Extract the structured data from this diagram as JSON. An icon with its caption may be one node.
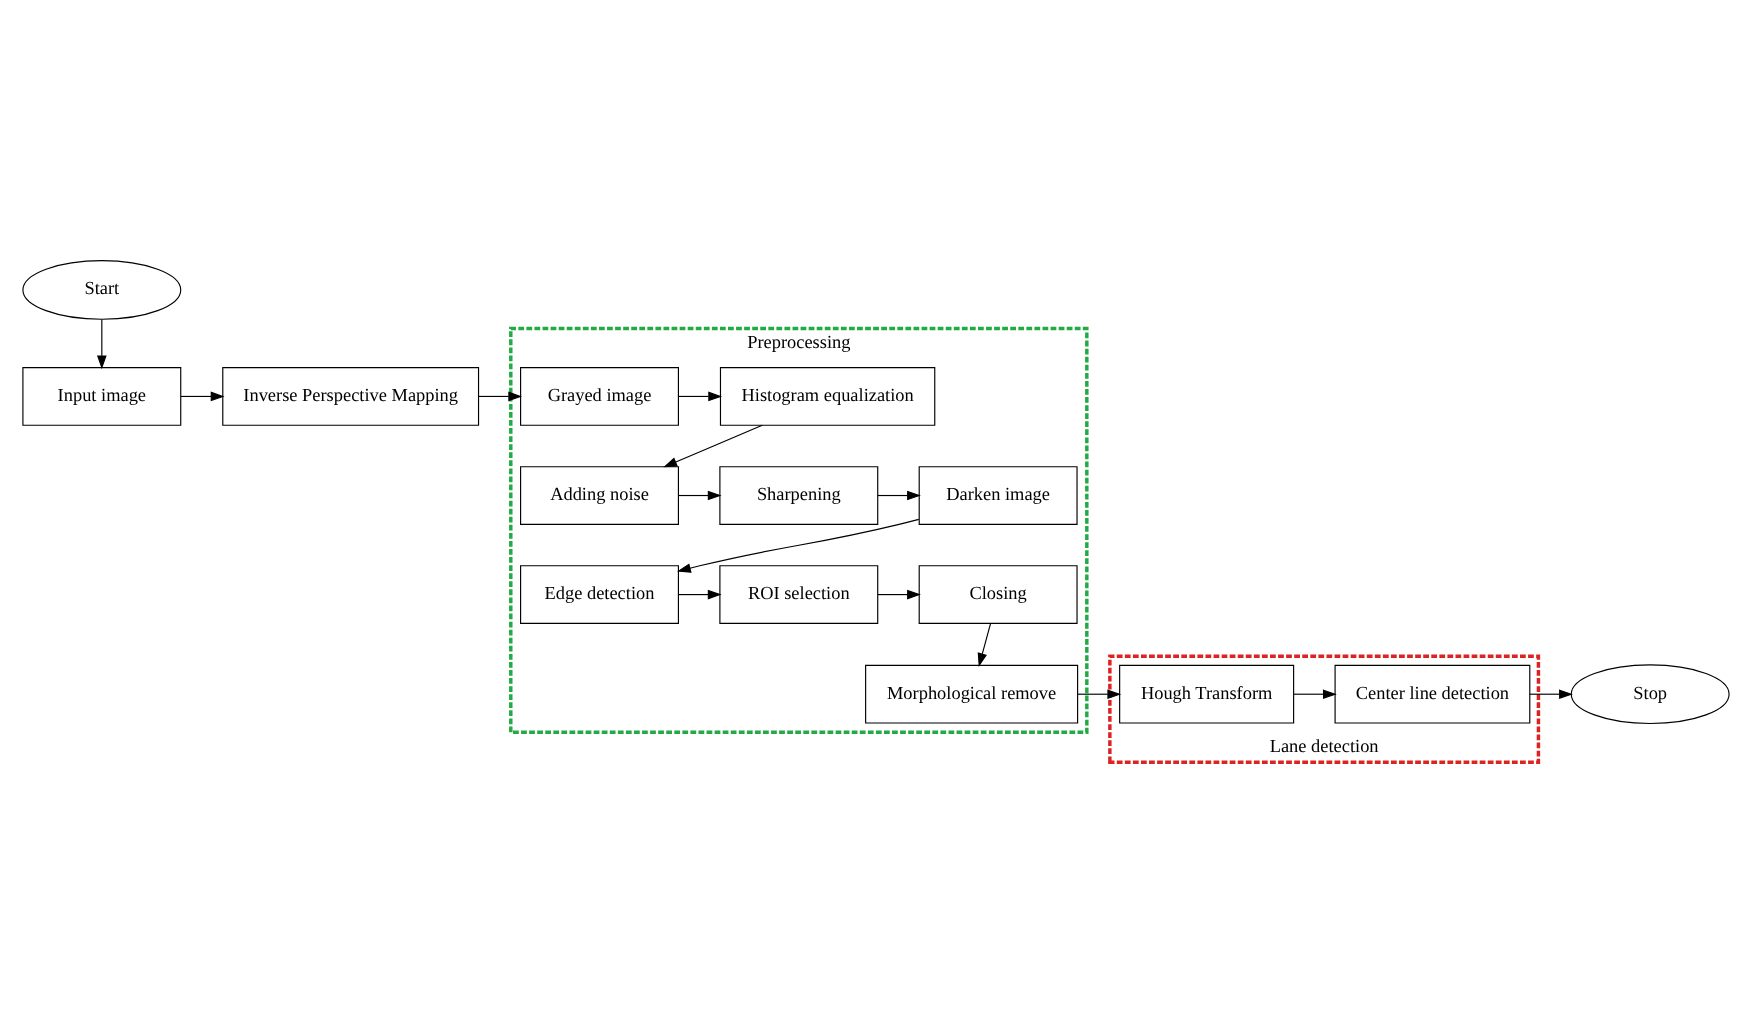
{
  "diagram": {
    "nodes": [
      {
        "text": [
          "Start"
        ]
      },
      {
        "text": [
          "Input image"
        ]
      },
      {
        "text": [
          "Inverse Perspective Mapping"
        ]
      },
      {
        "text": [
          "Preprocessing"
        ]
      },
      {
        "text": [
          "Grayed image"
        ],
        "in": 3
      },
      {
        "text": [
          "Histogram equalization"
        ],
        "in": 3
      },
      {
        "text": [
          "Adding noise"
        ],
        "in": 3
      },
      {
        "text": [
          "Sharpening"
        ],
        "in": 3
      },
      {
        "text": [
          "Darken image"
        ],
        "in": 3
      },
      {
        "text": [
          "Edge detection"
        ],
        "in": 3
      },
      {
        "text": [
          "ROI selection"
        ],
        "in": 3
      },
      {
        "text": [
          "Closing"
        ],
        "in": 3
      },
      {
        "text": [
          "Morphological remove"
        ],
        "in": 3
      },
      {
        "text": [
          "Lane detection"
        ]
      },
      {
        "text": [
          "Center line detection"
        ],
        "in": 13
      },
      {
        "text": [
          "Hough Transform"
        ],
        "in": 13
      },
      {
        "text": [
          "Stop"
        ]
      }
    ],
    "edges": [
      {
        "from": 0,
        "to": 1,
        "arrow": "to"
      },
      {
        "from": 1,
        "to": 2,
        "arrow": "to"
      },
      {
        "from": 2,
        "to": 4,
        "arrow": "to"
      },
      {
        "from": 4,
        "to": 5,
        "arrow": "to"
      },
      {
        "from": 5,
        "to": 6,
        "arrow": "to"
      },
      {
        "from": 6,
        "to": 7,
        "arrow": "to"
      },
      {
        "from": 7,
        "to": 8,
        "arrow": "to"
      },
      {
        "from": 8,
        "to": 9,
        "arrow": "to"
      },
      {
        "from": 9,
        "to": 10,
        "arrow": "to"
      },
      {
        "from": 10,
        "to": 11,
        "arrow": "to"
      },
      {
        "from": 11,
        "to": 12,
        "arrow": "to"
      },
      {
        "from": 12,
        "to": 15,
        "arrow": "to"
      },
      {
        "from": 15,
        "to": 14,
        "arrow": "to"
      },
      {
        "from": 14,
        "to": 16,
        "arrow": "to"
      }
    ]
  }
}
